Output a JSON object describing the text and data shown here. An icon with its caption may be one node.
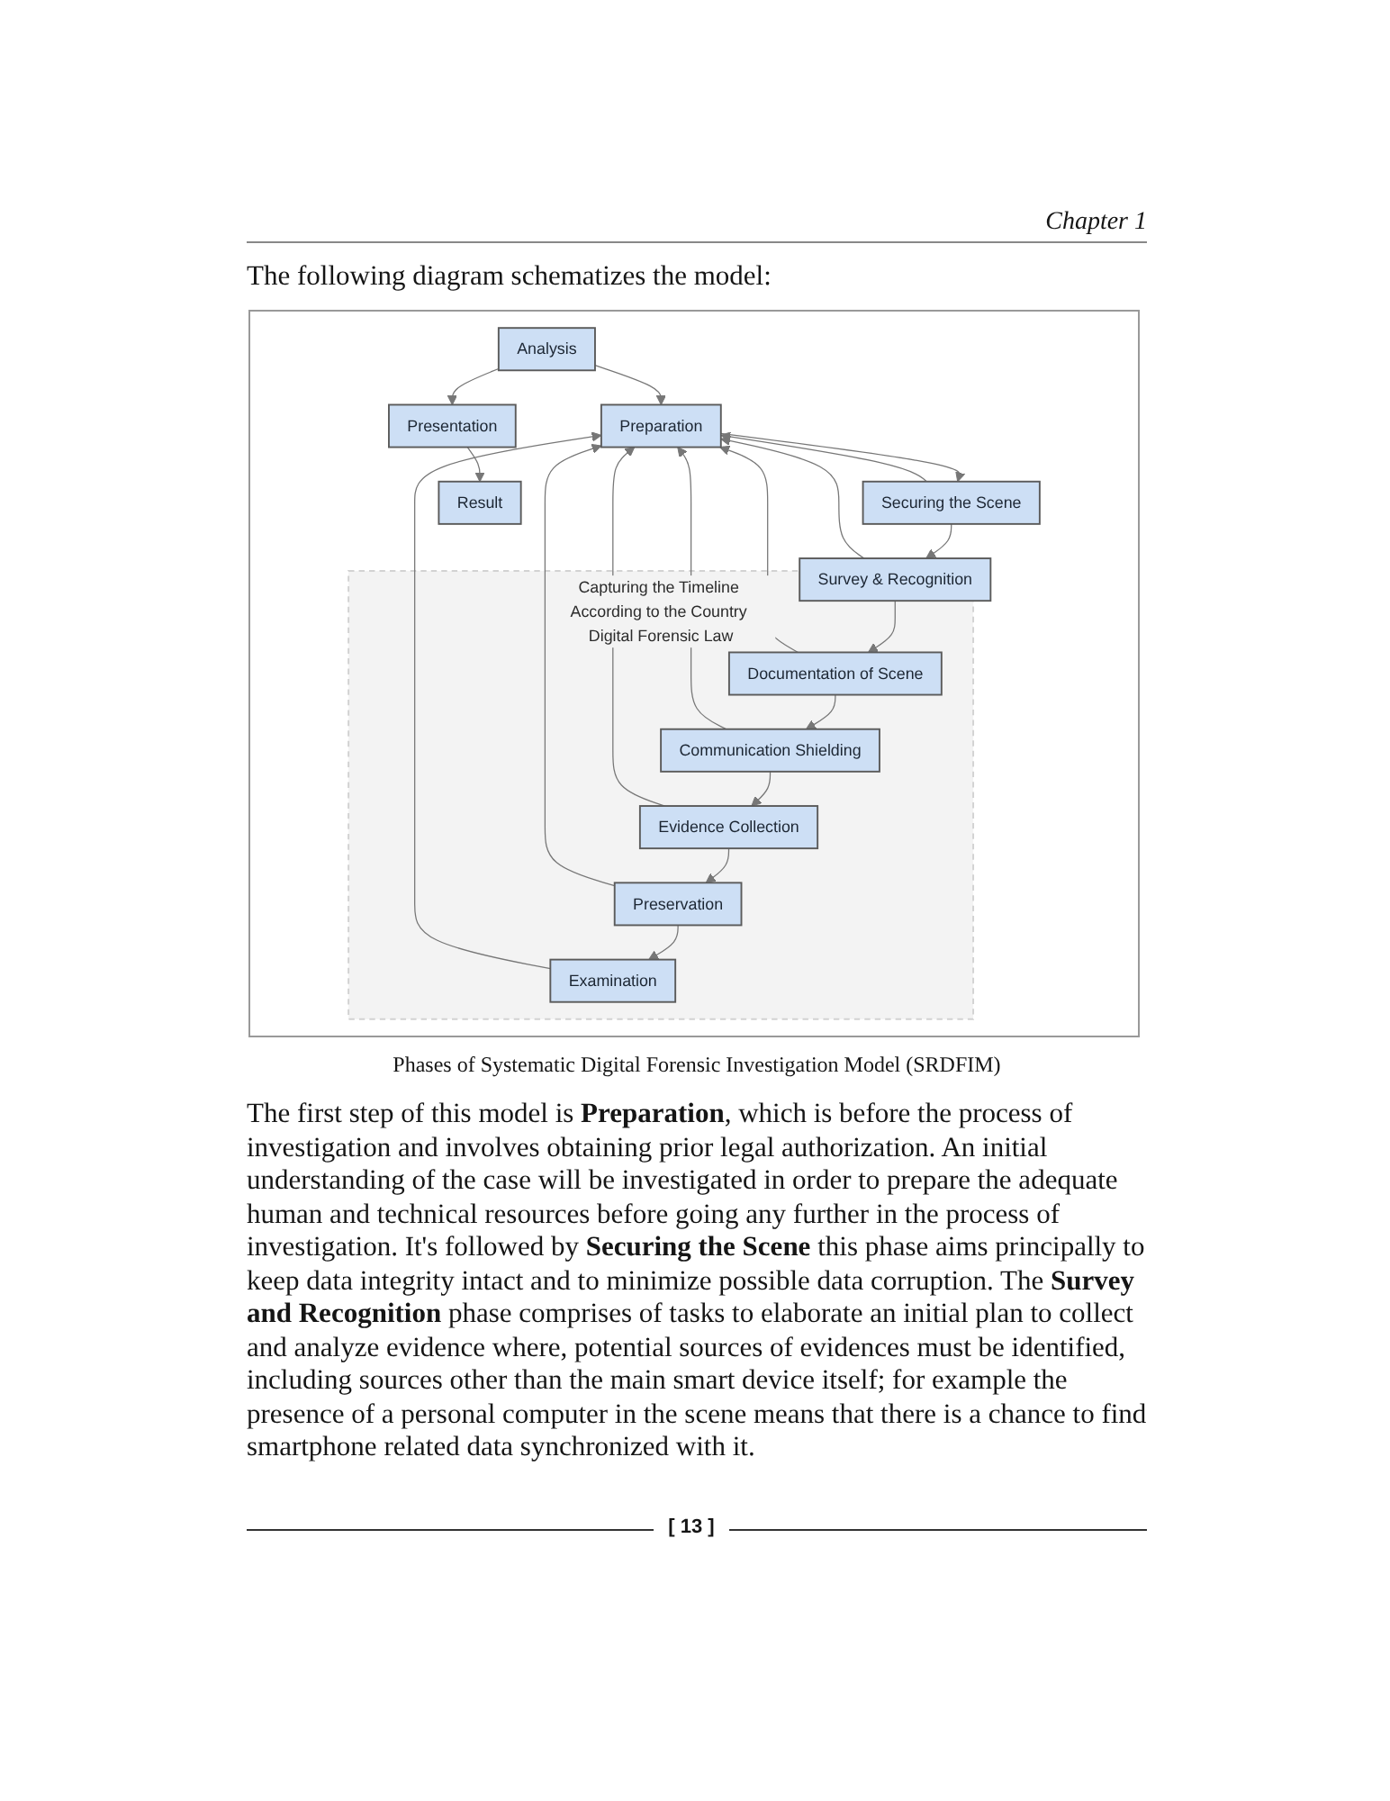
{
  "diagram": {
    "caption": "Phases of Systematic Digital Forensic Investigation Model (SRDFIM)",
    "nodes": [
      {
        "text": [
          "Preparation"
        ]
      },
      {
        "text": [
          "Securing the Scene"
        ]
      },
      {
        "text": [
          "Survey & Recognition"
        ]
      },
      {
        "text": [
          "Capturing the Timeline According to the Country Digital Forensic Law"
        ]
      },
      {
        "text": [
          "Documentation of Scene"
        ],
        "in": 3
      },
      {
        "text": [
          "Communication Shielding"
        ],
        "in": 3
      },
      {
        "text": [
          "Evidence Collection"
        ],
        "in": 3
      },
      {
        "text": [
          "Preservation"
        ],
        "in": 3
      },
      {
        "text": [
          "Examination"
        ],
        "in": 3
      },
      {
        "text": [
          "Analysis"
        ]
      },
      {
        "text": [
          "Presentation"
        ]
      },
      {
        "text": [
          "Result"
        ]
      }
    ],
    "edges": [
      {
        "from": 0,
        "to": 1,
        "arrow": "to"
      },
      {
        "from": 1,
        "to": 2,
        "arrow": "to"
      },
      {
        "from": 2,
        "to": 4,
        "arrow": "to"
      },
      {
        "from": 4,
        "to": 5,
        "arrow": "to"
      },
      {
        "from": 5,
        "to": 6,
        "arrow": "to"
      },
      {
        "from": 6,
        "to": 7,
        "arrow": "to"
      },
      {
        "from": 7,
        "to": 8,
        "arrow": "to"
      },
      {
        "from": 9,
        "to": 10,
        "arrow": "to"
      },
      {
        "from": 10,
        "to": 11,
        "arrow": "to"
      },
      {
        "from": 1,
        "to": 0,
        "arrow": "to"
      },
      {
        "from": 2,
        "to": 0,
        "arrow": "to"
      },
      {
        "from": 4,
        "to": 0,
        "arrow": "to"
      },
      {
        "from": 5,
        "to": 0,
        "arrow": "to"
      },
      {
        "from": 6,
        "to": 0,
        "arrow": "to"
      },
      {
        "from": 7,
        "to": 0,
        "arrow": "to"
      },
      {
        "from": 8,
        "to": 0,
        "arrow": "to"
      },
      {
        "from": 9,
        "to": 0,
        "arrow": "to"
      }
    ],
    "labels": [
      "Chapter 1",
      "The following diagram schematizes the model:",
      "The first step of this model is **Preparation**, which is before the process of investigation and involves obtaining prior legal authorization. An initial understanding of the case will be investigated in order to prepare the adequate human and technical resources before going any further in the process of investigation. It's followed by **Securing the Scene** this phase aims principally to keep data integrity intact and to minimize possible data corruption. The **Survey and Recognition** phase comprises of tasks to elaborate an initial plan to collect and analyze evidence where, potential sources of evidences must be identified, including sources other than the main smart device itself; for example the presence of a personal computer in the scene means that there is a chance to find smartphone related data synchronized with it.",
      "[ 13 ]"
    ]
  }
}
